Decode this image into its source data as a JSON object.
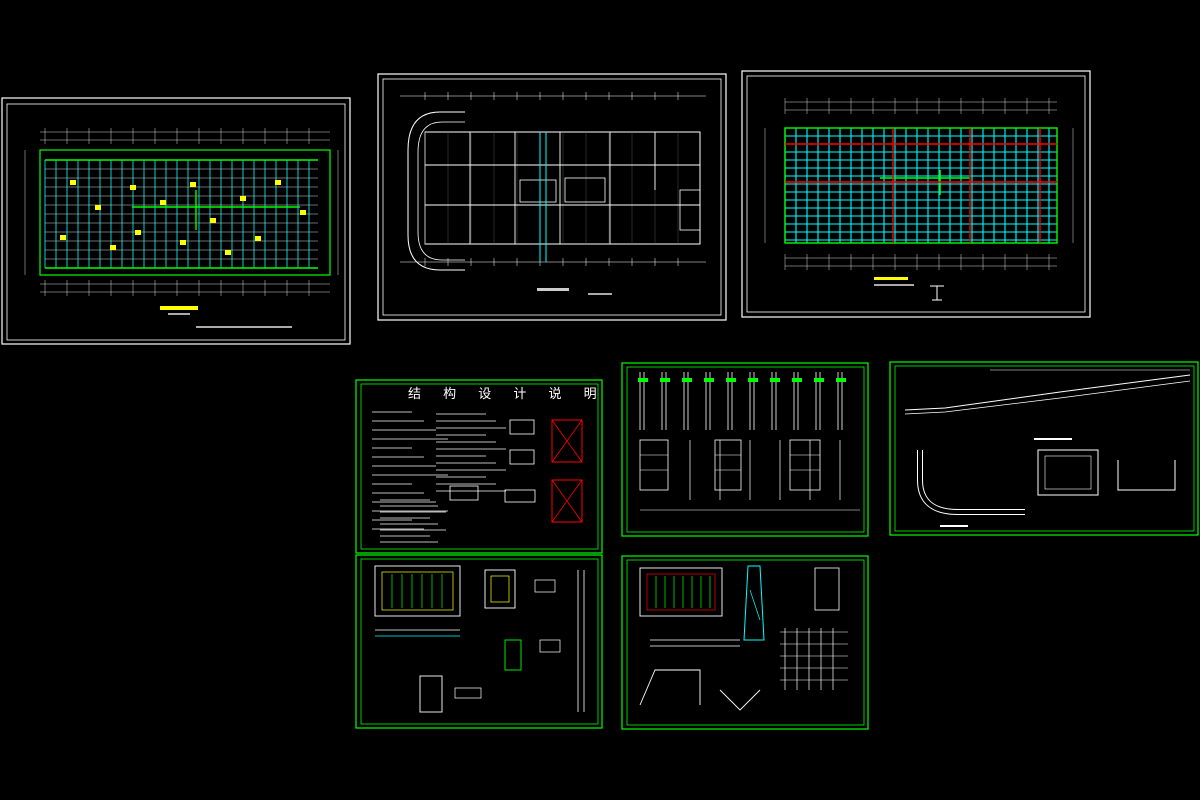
{
  "sheets": [
    {
      "id": "sheet-1",
      "title": "",
      "color": "#ffffff"
    },
    {
      "id": "sheet-2",
      "title": "",
      "color": "#ffffff"
    },
    {
      "id": "sheet-3",
      "title": "",
      "color": "#ffffff"
    },
    {
      "id": "sheet-4",
      "title": "结 构 设 计 说 明",
      "color": "#00ff00"
    },
    {
      "id": "sheet-5",
      "title": "",
      "color": "#00ff00"
    },
    {
      "id": "sheet-6",
      "title": "",
      "color": "#00ff00"
    },
    {
      "id": "sheet-7",
      "title": "",
      "color": "#00ff00"
    },
    {
      "id": "sheet-8",
      "title": "",
      "color": "#00ff00"
    }
  ],
  "colors": {
    "background": "#000000",
    "frame_white": "#ffffff",
    "frame_green": "#00ff00",
    "grid_cyan": "#00ffff",
    "accent_yellow": "#ffff00",
    "accent_red": "#ff0000",
    "line_white": "#d8d8d8"
  }
}
